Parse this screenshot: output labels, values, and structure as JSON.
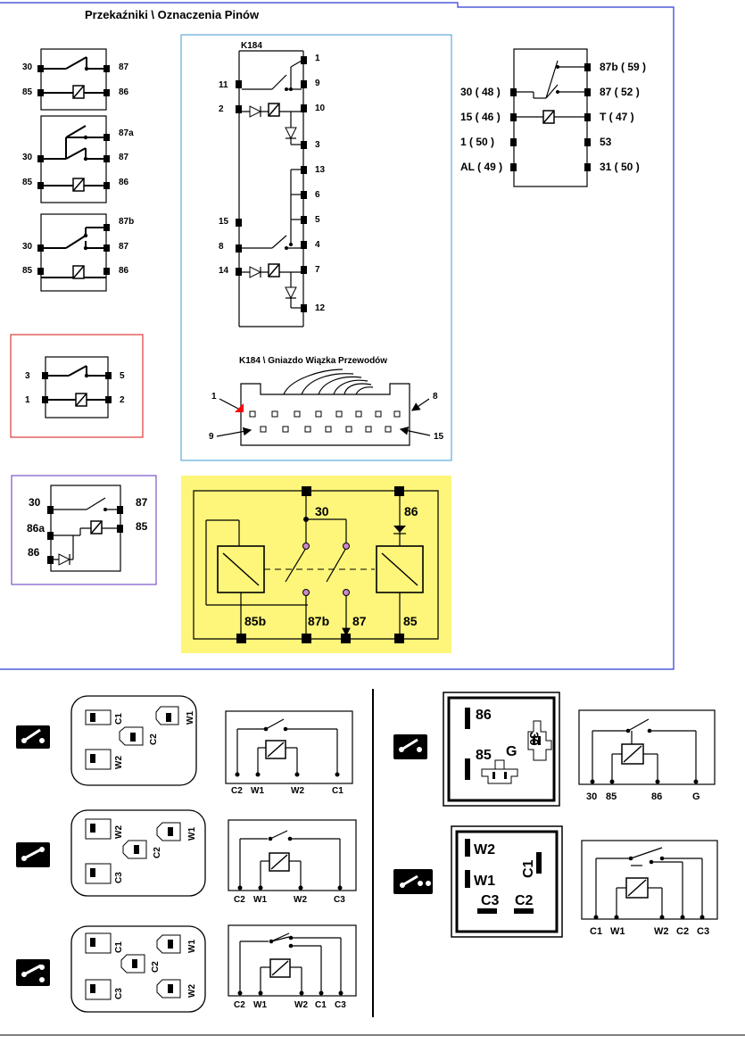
{
  "colors": {
    "frame_blue": "#2a3bd6",
    "frame_red": "#e03a3a",
    "frame_violet": "#7a55c8",
    "highlight_yellow": "#fdf67a",
    "socket_marker_red": "#ff0000",
    "contact_violet": "#cc88cc"
  },
  "title": "Przekaźniki \\ Oznaczenia Pinów",
  "relay1": {
    "p30": "30",
    "p87": "87",
    "p85": "85",
    "p86": "86"
  },
  "relay2": {
    "p87a": "87a",
    "p30": "30",
    "p87": "87",
    "p85": "85",
    "p86": "86"
  },
  "relay3": {
    "p87b": "87b",
    "p30": "30",
    "p87": "87",
    "p85": "85",
    "p86": "86"
  },
  "relay4": {
    "p3": "3",
    "p5": "5",
    "p1": "1",
    "p2": "2"
  },
  "relay5": {
    "p30": "30",
    "p87": "87",
    "p86a": "86a",
    "p85": "85",
    "p86": "86"
  },
  "k184": {
    "title": "K184",
    "left_pins": [
      "11",
      "2",
      "15",
      "8",
      "14"
    ],
    "right_pins": [
      "1",
      "9",
      "10",
      "3",
      "13",
      "6",
      "5",
      "4",
      "7",
      "12"
    ],
    "socket_title": "K184 \\ Gniazdo Wiązka Przewodów",
    "socket_pin1": "1",
    "socket_pin8": "8",
    "socket_pin9": "9",
    "socket_pin15": "15"
  },
  "right_relay": {
    "labels_left": [
      "30 ( 48 )",
      "15 ( 46 )",
      "1 ( 50 )",
      "AL ( 49 )"
    ],
    "labels_right": [
      "87b ( 59 )",
      "87 ( 52 )",
      "T ( 47 )",
      "53",
      "31 ( 50 )"
    ]
  },
  "yellow": {
    "p30": "30",
    "p86": "86",
    "p85b": "85b",
    "p87b": "87b",
    "p87": "87",
    "p85": "85"
  },
  "lower": {
    "a_socket": {
      "c1": "C1",
      "w1": "W1",
      "c2": "C2",
      "w2": "W2"
    },
    "a_circuit": [
      "C2",
      "W1",
      "W2",
      "C1"
    ],
    "b_socket": {
      "w2": "W2",
      "w1": "W1",
      "c2": "C2",
      "c3": "C3"
    },
    "b_circuit": [
      "C2",
      "W1",
      "W2",
      "C3"
    ],
    "c_socket": {
      "c1": "C1",
      "w1": "W1",
      "c2": "C2",
      "c3": "C3",
      "w2": "W2"
    },
    "c_circuit": [
      "C2",
      "W1",
      "W2",
      "C1",
      "C3"
    ],
    "d_socket": {
      "p86": "86",
      "p30": "30",
      "p85": "85",
      "g": "G"
    },
    "d_circuit": [
      "30",
      "85",
      "86",
      "G"
    ],
    "e_socket": {
      "w2": "W2",
      "w1": "W1",
      "c1": "C1",
      "c3": "C3",
      "c2": "C2"
    },
    "e_circuit": [
      "C1",
      "W1",
      "W2",
      "C2",
      "C3"
    ]
  }
}
